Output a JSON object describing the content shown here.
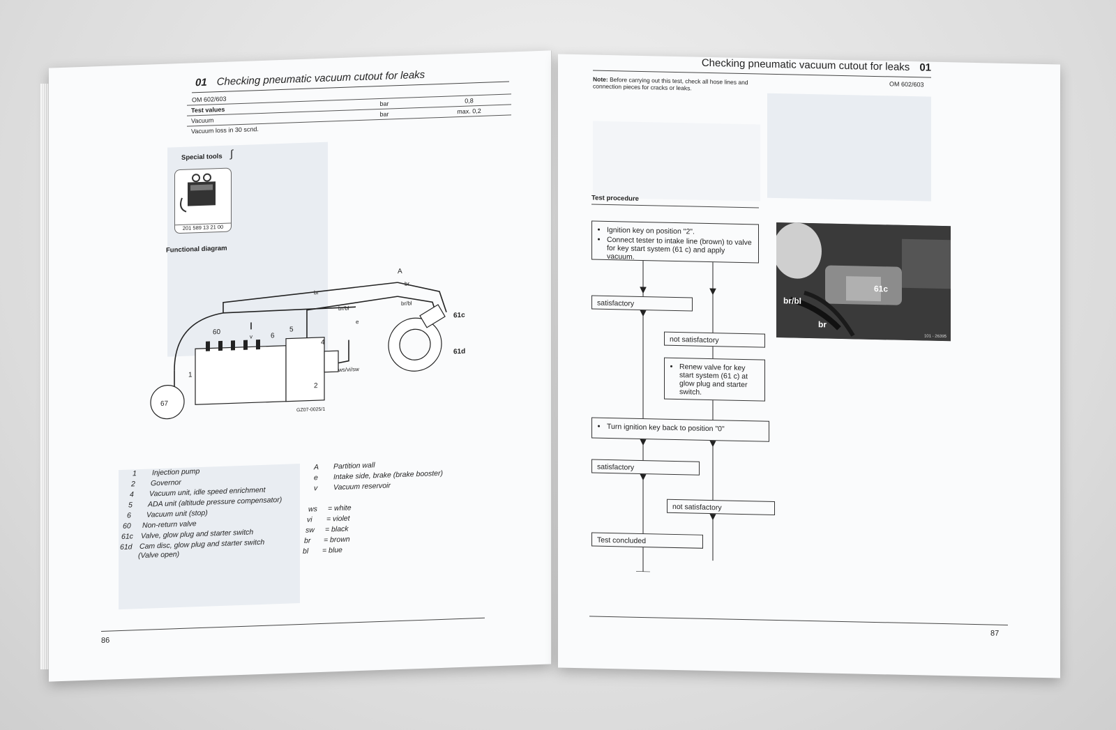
{
  "left_page": {
    "section_number": "01",
    "title": "Checking pneumatic vacuum cutout for leaks",
    "model": "OM 602/603",
    "test_values": {
      "label": "Test values",
      "rows": [
        {
          "name": "Vacuum",
          "unit": "bar",
          "value": "0,8"
        },
        {
          "name": "Vacuum loss in 30 scnd.",
          "unit": "bar",
          "value": "max. 0,2"
        }
      ]
    },
    "special_tools_label": "Special tools",
    "tool_part_number": "201 589 13 21 00",
    "functional_diagram_label": "Functional diagram",
    "diagram": {
      "labels": [
        "A",
        "br",
        "br",
        "br/bl",
        "br/bl",
        "61c",
        "61d",
        "60",
        "v",
        "e",
        "5",
        "6",
        "4",
        "ws/vi/sw",
        "1",
        "2",
        "67"
      ],
      "figure_code": "GZ07-0025/1"
    },
    "legend_left": [
      {
        "key": "1",
        "text": "Injection pump"
      },
      {
        "key": "2",
        "text": "Governor"
      },
      {
        "key": "4",
        "text": "Vacuum unit, idle speed enrichment"
      },
      {
        "key": "5",
        "text": "ADA unit (altitude pressure compensator)"
      },
      {
        "key": "6",
        "text": "Vacuum unit (stop)"
      },
      {
        "key": "60",
        "text": "Non-return valve"
      },
      {
        "key": "61c",
        "text": "Valve, glow plug and starter switch"
      },
      {
        "key": "61d",
        "text": "Cam disc, glow plug and starter switch"
      },
      {
        "key": "",
        "text": "(Valve open)"
      }
    ],
    "legend_right": [
      {
        "key": "A",
        "text": "Partition wall"
      },
      {
        "key": "e",
        "text": "Intake side, brake (brake booster)"
      },
      {
        "key": "v",
        "text": "Vacuum reservoir"
      }
    ],
    "colors": [
      {
        "key": "ws",
        "text": "= white"
      },
      {
        "key": "vi",
        "text": "= violet"
      },
      {
        "key": "sw",
        "text": "= black"
      },
      {
        "key": "br",
        "text": "= brown"
      },
      {
        "key": "bl",
        "text": "= blue"
      }
    ],
    "page_number": "86"
  },
  "right_page": {
    "title": "Checking pneumatic vacuum cutout for leaks",
    "section_number": "01",
    "model": "OM 602/603",
    "note_label": "Note:",
    "note_text": "Before carrying out this test, check all hose lines and connection pieces for cracks or leaks.",
    "test_procedure_label": "Test procedure",
    "flow": {
      "step1": [
        "Ignition key on position \"2\".",
        "Connect tester to intake line (brown) to valve for key start system (61 c) and apply vacuum."
      ],
      "satisfactory_1": "satisfactory",
      "not_satisfactory_1": "not satisfactory",
      "renew": "Renew valve for key start system (61 c) at glow plug and starter switch.",
      "step2": "Turn ignition key back to position \"0\"",
      "satisfactory_2": "satisfactory",
      "not_satisfactory_2": "not satisfactory",
      "concluded": "Test concluded"
    },
    "photo_labels": [
      "61c",
      "br/bl",
      "br"
    ],
    "photo_code": "101 - 26395",
    "page_number": "87"
  },
  "colors": {
    "paper": "#fafbfc",
    "shade": "#e9edf2",
    "ink": "#222222"
  }
}
